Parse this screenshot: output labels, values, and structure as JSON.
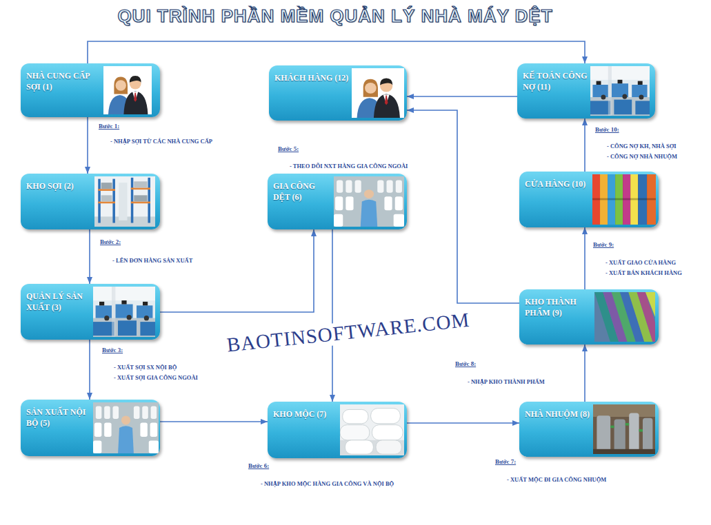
{
  "diagram": {
    "title": "QUI TRÌNH PHẦN MỀM QUẢN LÝ NHÀ MÁY DỆT",
    "nodes": [
      {
        "text": [
          "NHÀ CUNG CẤP SỢI (1)"
        ]
      },
      {
        "text": [
          "KHÁCH HÀNG (12)"
        ]
      },
      {
        "text": [
          "KẾ TOÁN CÔNG NỢ (11)"
        ]
      },
      {
        "text": [
          "KHO SỢI (2)"
        ]
      },
      {
        "text": [
          "GIA CÔNG DỆT (6)"
        ]
      },
      {
        "text": [
          "CỬA HÀNG (10)"
        ]
      },
      {
        "text": [
          "QUẢN LÝ SẢN XUẤT (3)"
        ]
      },
      {
        "text": [
          "KHO THÀNH PHẨM (9)"
        ]
      },
      {
        "text": [
          "SẢN XUẤT NỘI BỘ (5)"
        ]
      },
      {
        "text": [
          "KHO MỘC (7)"
        ]
      },
      {
        "text": [
          "NHÀ NHUỘM (8)"
        ]
      }
    ],
    "edges": [
      {
        "from": 0,
        "to": 3,
        "arrow": "to"
      },
      {
        "from": 3,
        "to": 6,
        "arrow": "to"
      },
      {
        "from": 6,
        "to": 8,
        "arrow": "to"
      },
      {
        "from": 6,
        "to": 4,
        "arrow": "to"
      },
      {
        "from": 4,
        "to": 9,
        "arrow": "to"
      },
      {
        "from": 8,
        "to": 9,
        "arrow": "to"
      },
      {
        "from": 9,
        "to": 10,
        "arrow": "to"
      },
      {
        "from": 10,
        "to": 7,
        "arrow": "to"
      },
      {
        "from": 7,
        "to": 5,
        "arrow": "to"
      },
      {
        "from": 5,
        "to": 2,
        "arrow": "to"
      },
      {
        "from": 7,
        "to": 1,
        "arrow": "to"
      },
      {
        "from": 2,
        "to": 1,
        "arrow": "to"
      },
      {
        "from": 0,
        "to": 2,
        "arrow": "to"
      }
    ],
    "labels": [
      "Bước 1:",
      "- NHẬP SỢI TỪ CÁC NHÀ CUNG CẤP",
      "Bước 5:",
      "- THEO DÕI NXT HÀNG GIA CÔNG NGOÀI",
      "Bước 10:",
      "- CÔNG NỢ KH, NHÀ SỢI",
      "- CÔNG NỢ NHÀ NHUỘM",
      "Bước 2:",
      "- LÊN ĐƠN HÀNG SẢN XUẤT",
      "Bước 9:",
      "- XUẤT GIAO CỬA HÀNG",
      "- XUẤT BÁN KHÁCH HÀNG",
      "Bước 3:",
      "- XUẤT SỢI SX NỘI BỘ",
      "- XUẤT SỢI GIA CÔNG NGOÀI",
      "BAOTINSOFTWARE.COM",
      "Bước 8:",
      "- NHẬP KHO THÀNH PHẨM",
      "Bước 7:",
      "Bước 6:",
      "- XUẤT MỘC ĐI GIA CÔNG NHUỘM",
      "- NHẬP KHO MỘC HÀNG GIA CÔNG VÀ NỘI BỘ"
    ]
  }
}
